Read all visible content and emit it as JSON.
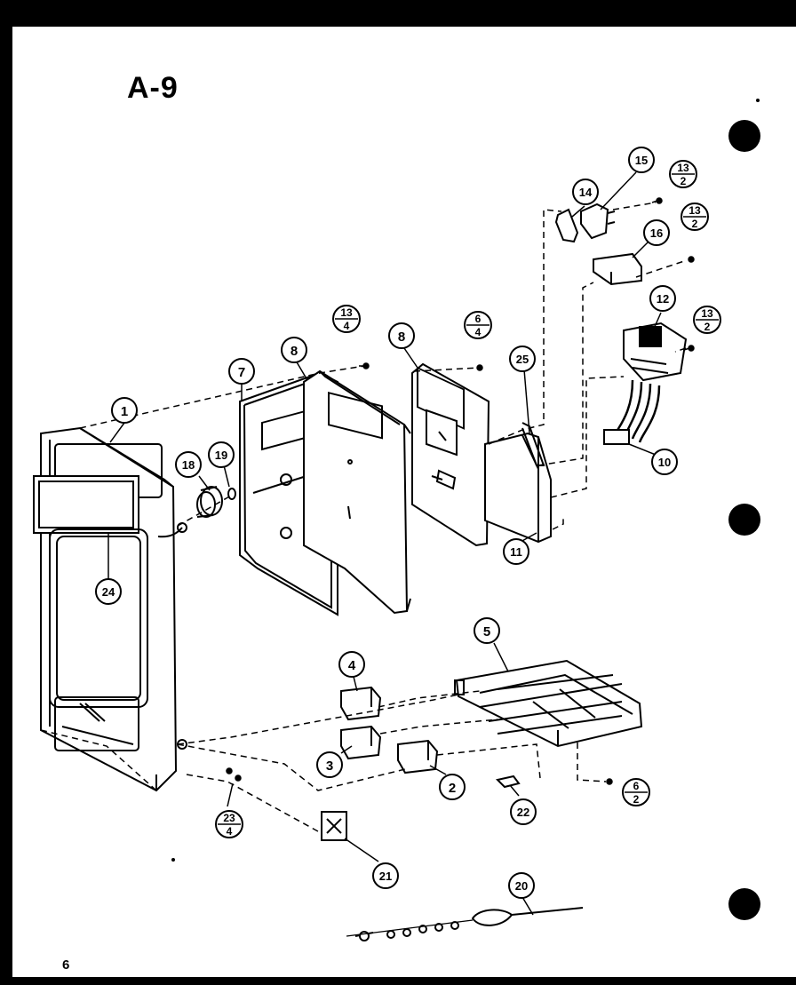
{
  "diagram": {
    "title": "A-9",
    "page_number": "6",
    "callouts": [
      {
        "id": "c1",
        "label": "1"
      },
      {
        "id": "c2",
        "label": "2"
      },
      {
        "id": "c3",
        "label": "3"
      },
      {
        "id": "c4",
        "label": "4"
      },
      {
        "id": "c5",
        "label": "5"
      },
      {
        "id": "c7",
        "label": "7"
      },
      {
        "id": "c8a",
        "label": "8"
      },
      {
        "id": "c8b",
        "label": "8"
      },
      {
        "id": "c10",
        "label": "10"
      },
      {
        "id": "c11",
        "label": "11"
      },
      {
        "id": "c12",
        "label": "12"
      },
      {
        "id": "c14",
        "label": "14"
      },
      {
        "id": "c15",
        "label": "15"
      },
      {
        "id": "c16",
        "label": "16"
      },
      {
        "id": "c18",
        "label": "18"
      },
      {
        "id": "c19",
        "label": "19"
      },
      {
        "id": "c20",
        "label": "20"
      },
      {
        "id": "c21",
        "label": "21"
      },
      {
        "id": "c22",
        "label": "22"
      },
      {
        "id": "c24",
        "label": "24"
      },
      {
        "id": "c25",
        "label": "25"
      }
    ],
    "fraction_callouts": [
      {
        "id": "f13_2a",
        "top": "13",
        "bottom": "2"
      },
      {
        "id": "f13_2b",
        "top": "13",
        "bottom": "2"
      },
      {
        "id": "f13_2c",
        "top": "13",
        "bottom": "2"
      },
      {
        "id": "f13_4",
        "top": "13",
        "bottom": "4"
      },
      {
        "id": "f6_4",
        "top": "6",
        "bottom": "4"
      },
      {
        "id": "f6_2",
        "top": "6",
        "bottom": "2"
      },
      {
        "id": "f23_4",
        "top": "23",
        "bottom": "4"
      }
    ]
  }
}
